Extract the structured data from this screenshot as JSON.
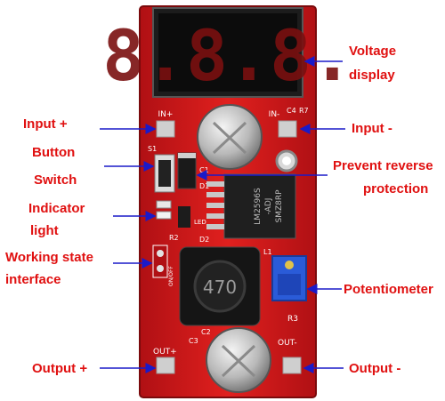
{
  "colors": {
    "left_label": "#e01010",
    "right_label": "#1010c0",
    "arrow": "#1a1ac8",
    "pcb": "#d8181a",
    "pcb_dark": "#a80e12",
    "display_segment": "#c81414"
  },
  "labels": {
    "input_plus": "Input +",
    "button_switch_line1": "Button",
    "button_switch_line2": "Switch",
    "indicator_line1": "Indicator",
    "indicator_line2": "light",
    "working_line1": "Working state",
    "working_line2": "interface",
    "output_plus": "Output +",
    "voltage_line1": "Voltage",
    "voltage_line2": "display",
    "input_minus": "Input -",
    "reverse_line1": "Prevent reverse",
    "reverse_line2": "protection",
    "potentiometer": "Potentiometer",
    "output_minus": "Output -"
  },
  "silkscreen": {
    "in_plus": "IN+",
    "in_minus": "IN-",
    "out_plus": "OUT+",
    "out_minus": "OUT-",
    "s1": "S1",
    "c4": "C4",
    "r7": "R7",
    "r2": "R2",
    "r3": "R3",
    "d1": "D1",
    "d2": "D2",
    "l1": "L1",
    "c3": "C3",
    "c2": "C2",
    "c1": "C1",
    "on_off": "ON/OFF",
    "led": "LED",
    "inductor_value": "470",
    "ic_line1": "LM2596S",
    "ic_line2": "-ADJ",
    "ic_line3": "SMZ8RP",
    "display_digits": "8.8.8."
  }
}
